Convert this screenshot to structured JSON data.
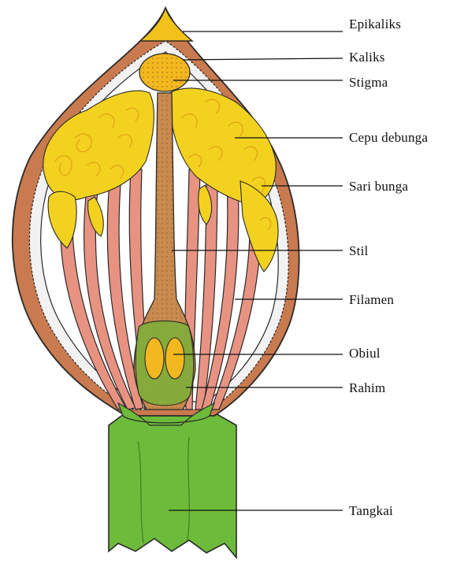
{
  "colors": {
    "outline": "#2a2a2a",
    "calyx": "#c97a4f",
    "receptacle_fill": "#f2f2f2",
    "anther": "#f2d21f",
    "anther_dark": "#e3a316",
    "filament": "#e89382",
    "style": "#c98a4e",
    "ovule": "#f3b81f",
    "stalk": "#6dbb3a",
    "stalk_dark": "#4f9b29"
  },
  "labels": [
    {
      "id": "epikaliks",
      "text": "Epikaliks"
    },
    {
      "id": "kaliks",
      "text": "Kaliks"
    },
    {
      "id": "stigma",
      "text": "Stigma"
    },
    {
      "id": "cepu",
      "text": "Cepu debunga"
    },
    {
      "id": "sari",
      "text": "Sari bunga"
    },
    {
      "id": "stil",
      "text": "Stil"
    },
    {
      "id": "filamen",
      "text": "Filamen"
    },
    {
      "id": "obiul",
      "text": "Obiul"
    },
    {
      "id": "rahim",
      "text": "Rahim"
    },
    {
      "id": "tangkai",
      "text": "Tangkai"
    }
  ]
}
